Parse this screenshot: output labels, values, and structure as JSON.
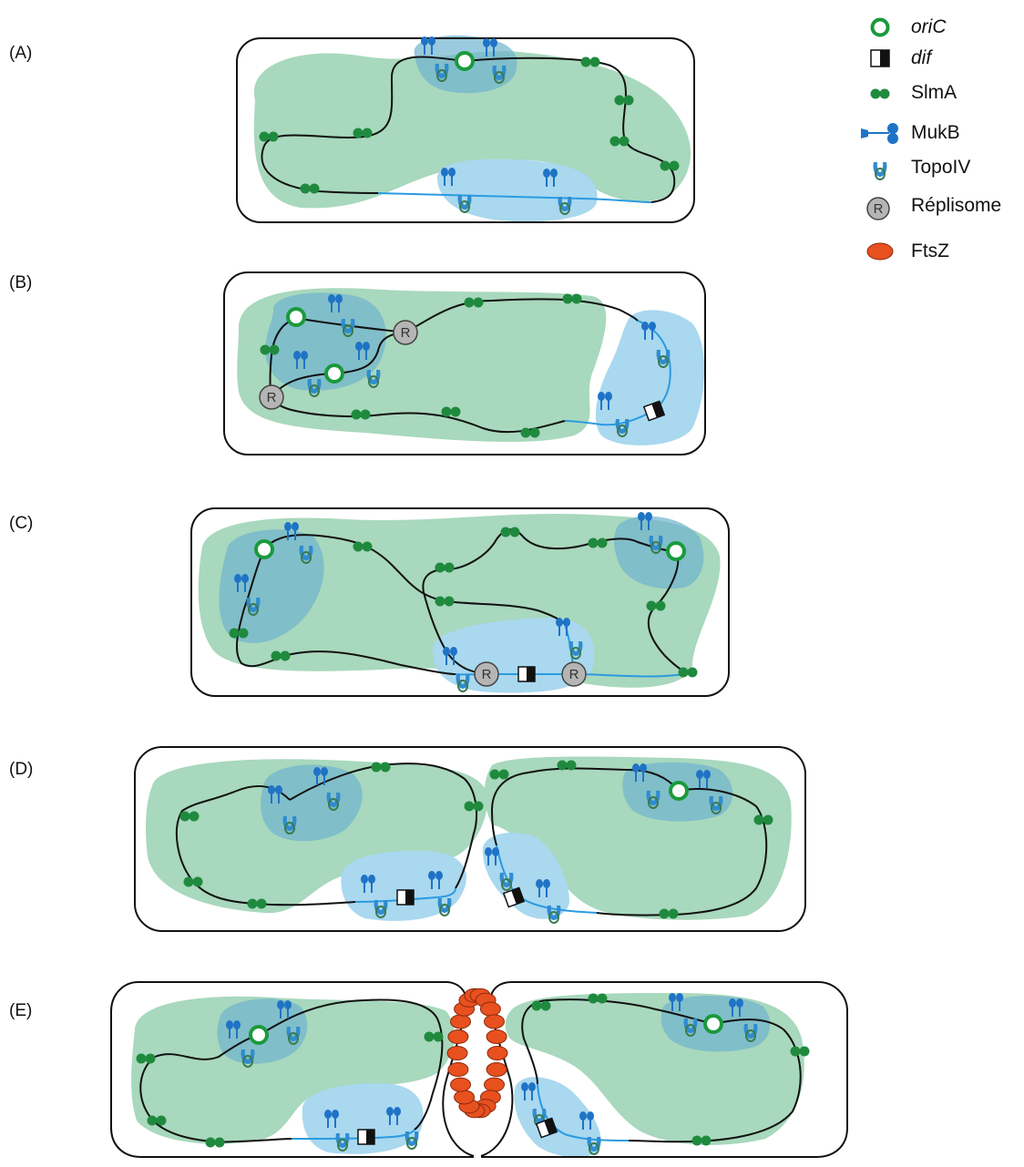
{
  "colors": {
    "nucleoid": "#a8d8bd",
    "nucleoid_dark": "#7fbfb0",
    "ter_domain": "#a9d8ef",
    "ori_domain": "#6fb3cf",
    "chromosome": "#111111",
    "ter_dna": "#2a9be0",
    "slma": "#1f8a3e",
    "mukb": "#1f73c6",
    "topoiv": "#2f8ccf",
    "oric_ring": "#1a9a3c",
    "replisome": "#b5b5b5",
    "ftsz": "#e8501f",
    "ftsz_stroke": "#8a2a0c"
  },
  "panels": [
    {
      "label": "(A)"
    },
    {
      "label": "(B)"
    },
    {
      "label": "(C)"
    },
    {
      "label": "(D)"
    },
    {
      "label": "(E)"
    }
  ],
  "replisome_letter": "R",
  "legend": [
    {
      "icon": "oric-icon",
      "text": "oriC",
      "italic": true
    },
    {
      "icon": "dif-icon",
      "text": "dif",
      "italic": true
    },
    {
      "icon": "slma-icon",
      "text": "SlmA",
      "italic": false
    },
    {
      "icon": "mukb-icon",
      "text": "MukB",
      "italic": false
    },
    {
      "icon": "topoiv-icon",
      "text": "TopoIV",
      "italic": false
    },
    {
      "icon": "replisome-icon",
      "text": "Réplisome",
      "italic": false
    },
    {
      "icon": "ftsz-icon",
      "text": "FtsZ",
      "italic": false
    }
  ]
}
